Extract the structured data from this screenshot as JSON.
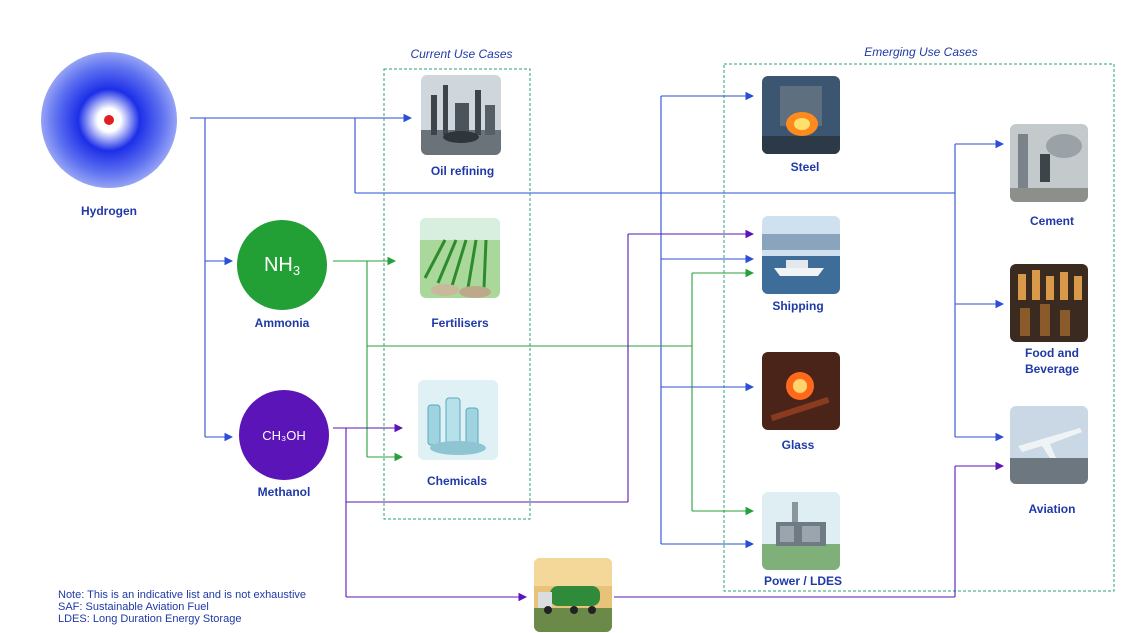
{
  "sections": {
    "current": "Current Use Cases",
    "emerging": "Emerging Use Cases"
  },
  "sources": {
    "hydrogen": "Hydrogen",
    "ammonia": {
      "formula_main": "NH",
      "formula_sub": "3",
      "label": "Ammonia"
    },
    "methanol": {
      "formula": "CH₃OH",
      "label": "Methanol"
    }
  },
  "current_uses": [
    {
      "label": "Oil refining",
      "icon": "refinery-icon"
    },
    {
      "label": "Fertilisers",
      "icon": "crops-icon"
    },
    {
      "label": "Chemicals",
      "icon": "lab-glassware-icon"
    }
  ],
  "emerging_uses": {
    "steel": "Steel",
    "shipping": "Shipping",
    "glass": "Glass",
    "power": "Power /  LDES",
    "cement": "Cement",
    "food_line1": "Food and",
    "food_line2": "Beverage",
    "aviation": "Aviation"
  },
  "notes": [
    "Note: This is an indicative list and is not exhaustive",
    "SAF: Sustainable Aviation Fuel",
    "LDES: Long Duration Energy Storage"
  ],
  "colors": {
    "hydrogen": "#2a4fd6",
    "ammonia": "#27a03a",
    "methanol": "#5a14b8",
    "text": "#1f3aa6",
    "box": "#2aa37a"
  }
}
